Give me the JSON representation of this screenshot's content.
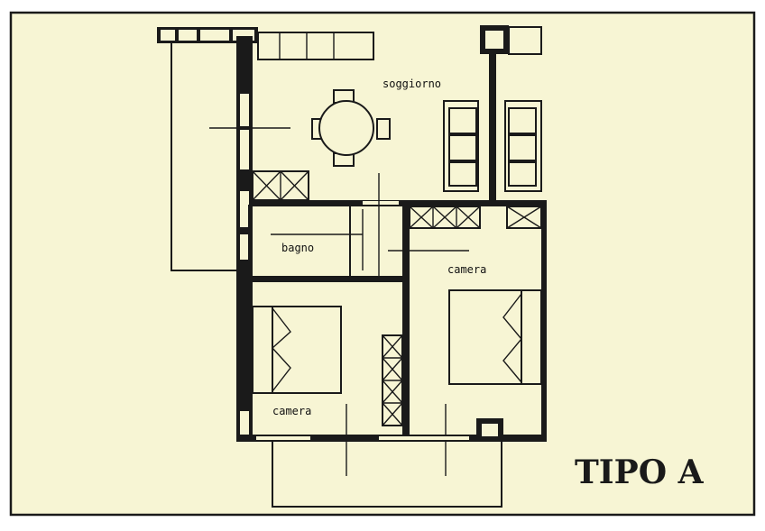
{
  "plan": {
    "title": "TIPO A",
    "rooms": {
      "soggiorno": "soggiorno",
      "bagno": "bagno",
      "camera_right": "camera",
      "camera_left": "camera"
    }
  },
  "colors": {
    "paper": "#f7f5d4",
    "ink": "#1a1a1a",
    "border": "#1a1a1a"
  }
}
